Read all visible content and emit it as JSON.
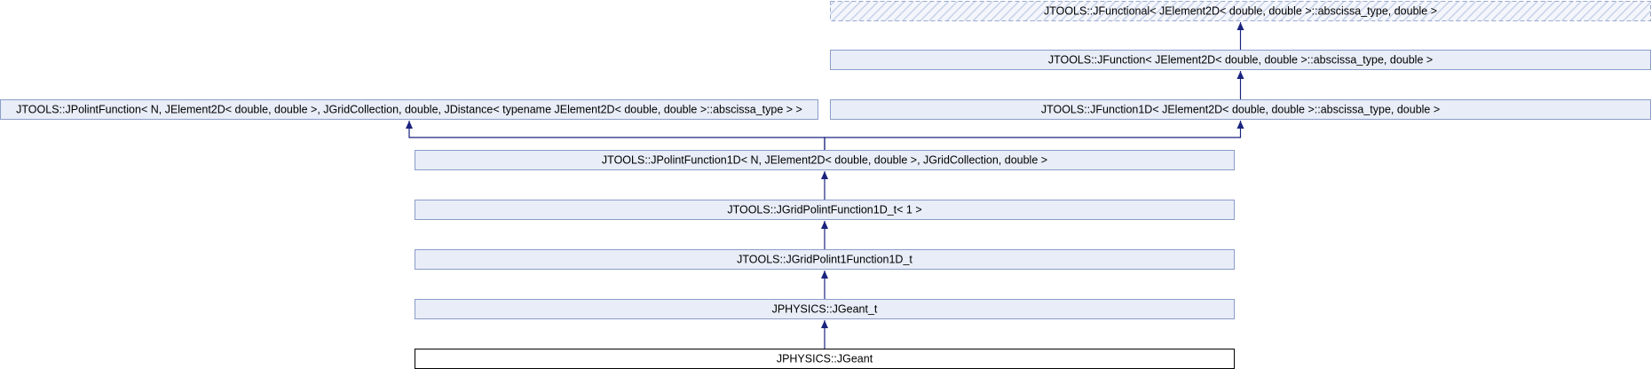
{
  "diagram": {
    "nodes": [
      {
        "id": "jfunctional",
        "label": "JTOOLS::JFunctional< JElement2D< double, double >::abscissa_type, double >",
        "style": "dashed"
      },
      {
        "id": "jfunction",
        "label": "JTOOLS::JFunction< JElement2D< double, double >::abscissa_type, double >",
        "style": "normal"
      },
      {
        "id": "jpolintfunction",
        "label": "JTOOLS::JPolintFunction< N, JElement2D< double, double >, JGridCollection, double, JDistance< typename JElement2D< double, double >::abscissa_type > >",
        "style": "normal"
      },
      {
        "id": "jfunction1d",
        "label": "JTOOLS::JFunction1D< JElement2D< double, double >::abscissa_type, double >",
        "style": "normal"
      },
      {
        "id": "jpolintfunction1d",
        "label": "JTOOLS::JPolintFunction1D< N, JElement2D< double, double >, JGridCollection, double >",
        "style": "normal"
      },
      {
        "id": "jgridpolintfunction1d",
        "label": "JTOOLS::JGridPolintFunction1D_t< 1 >",
        "style": "normal"
      },
      {
        "id": "jgridpolint1function1d",
        "label": "JTOOLS::JGridPolint1Function1D_t",
        "style": "normal"
      },
      {
        "id": "jgeant_t",
        "label": "JPHYSICS::JGeant_t",
        "style": "normal"
      },
      {
        "id": "jgeant",
        "label": "JPHYSICS::JGeant",
        "style": "current"
      }
    ],
    "edges": [
      {
        "from": "jfunction",
        "to": "jfunctional"
      },
      {
        "from": "jfunction1d",
        "to": "jfunction"
      },
      {
        "from": "jpolintfunction1d",
        "to": "jpolintfunction"
      },
      {
        "from": "jpolintfunction1d",
        "to": "jfunction1d"
      },
      {
        "from": "jgridpolintfunction1d",
        "to": "jpolintfunction1d"
      },
      {
        "from": "jgridpolint1function1d",
        "to": "jgridpolintfunction1d"
      },
      {
        "from": "jgeant_t",
        "to": "jgridpolint1function1d"
      },
      {
        "from": "jgeant",
        "to": "jgeant_t"
      }
    ],
    "colors": {
      "node_fill": "#e8edf7",
      "node_border": "#8a9cc8",
      "dashed_border": "#9aaad2",
      "hatch": "#c8d2ea",
      "current_fill": "#ffffff",
      "current_border": "#000000",
      "edge": "#1a237e"
    }
  }
}
